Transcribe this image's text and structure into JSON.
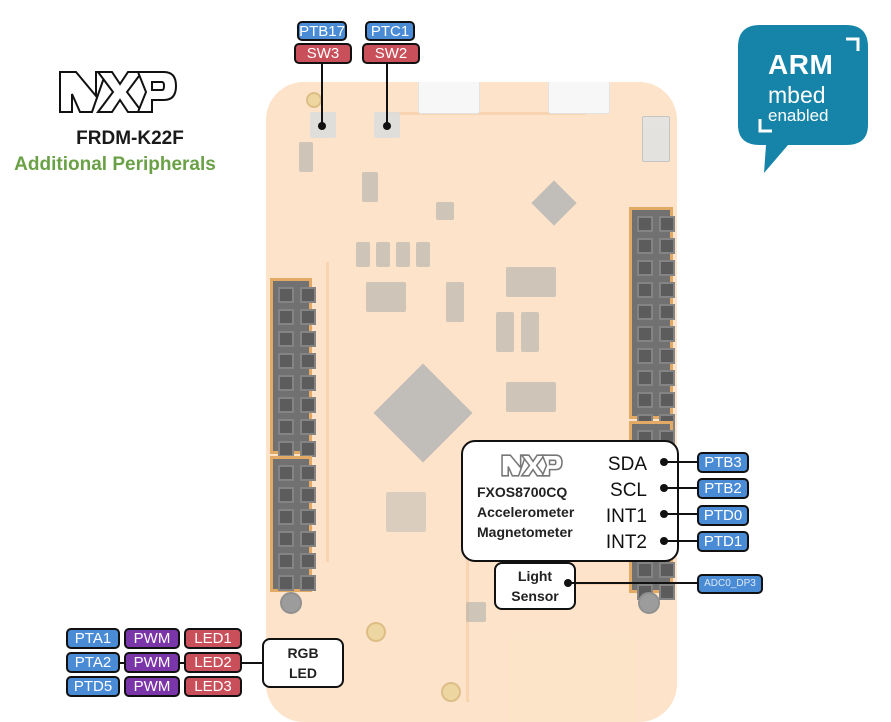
{
  "header": {
    "brand": "NXP",
    "board_name": "FRDM-K22F",
    "subtitle": "Additional Peripherals"
  },
  "badge": {
    "line1": "ARM",
    "line2": "mbed",
    "line3": "enabled",
    "color": "#1584a8"
  },
  "colors": {
    "gpio": "#4a8bd6",
    "function": "#c9505a",
    "pwm": "#7a35a8",
    "subtitle": "#6aa046",
    "board": "#fbd9b4",
    "header_frame": "#d98a2b"
  },
  "switches": [
    {
      "pin": "PTB17",
      "name": "SW3"
    },
    {
      "pin": "PTC1",
      "name": "SW2"
    }
  ],
  "accelerometer": {
    "brand": "NXP",
    "part": "FXOS8700CQ",
    "line2": "Accelerometer",
    "line3": "Magnetometer",
    "signals": [
      {
        "name": "SDA",
        "pin": "PTB3"
      },
      {
        "name": "SCL",
        "pin": "PTB2"
      },
      {
        "name": "INT1",
        "pin": "PTD0"
      },
      {
        "name": "INT2",
        "pin": "PTD1"
      }
    ]
  },
  "light_sensor": {
    "line1": "Light",
    "line2": "Sensor",
    "pin": "ADC0_DP3"
  },
  "rgb_led": {
    "line1": "RGB",
    "line2": "LED",
    "channels": [
      {
        "pin": "PTA1",
        "mode": "PWM",
        "name": "LED1"
      },
      {
        "pin": "PTA2",
        "mode": "PWM",
        "name": "LED2"
      },
      {
        "pin": "PTD5",
        "mode": "PWM",
        "name": "LED3"
      }
    ]
  }
}
